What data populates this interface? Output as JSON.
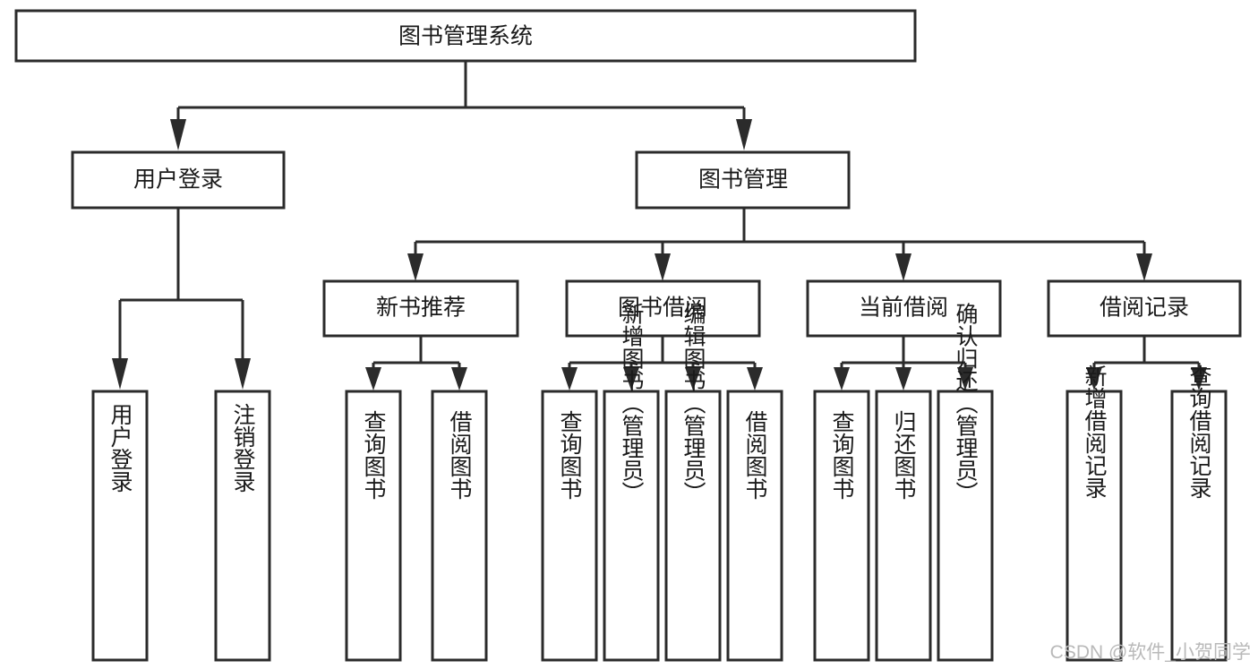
{
  "diagram": {
    "type": "tree-hierarchy-chart",
    "title": "图书管理系统",
    "orientation": "top-down",
    "colors": {
      "box_stroke": "#2b2b2b",
      "box_fill": "#ffffff",
      "connector": "#2b2b2b",
      "text": "#1a1a1a",
      "watermark": "#b9b9b9",
      "background": "#ffffff"
    },
    "root": {
      "label": "图书管理系统"
    },
    "level2": [
      {
        "label": "用户登录"
      },
      {
        "label": "图书管理"
      }
    ],
    "level3": [
      {
        "label": "新书推荐"
      },
      {
        "label": "图书借阅"
      },
      {
        "label": "当前借阅"
      },
      {
        "label": "借阅记录"
      }
    ],
    "leaves": {
      "user_login": [
        {
          "label": "用户登录"
        },
        {
          "label": "注销登录"
        }
      ],
      "new_book_recommend": [
        {
          "label": "查询图书"
        },
        {
          "label": "借阅图书"
        }
      ],
      "book_borrow": [
        {
          "label": "查询图书"
        },
        {
          "label": "新增图书（管理员）"
        },
        {
          "label": "编辑图书（管理员）"
        },
        {
          "label": "借阅图书"
        }
      ],
      "current_borrow": [
        {
          "label": "查询图书"
        },
        {
          "label": "归还图书"
        },
        {
          "label": "确认归还（管理员）"
        }
      ],
      "borrow_record": [
        {
          "label": "新增借阅记录"
        },
        {
          "label": "查询借阅记录"
        }
      ]
    },
    "watermark": "CSDN @软件_小贺同学"
  }
}
